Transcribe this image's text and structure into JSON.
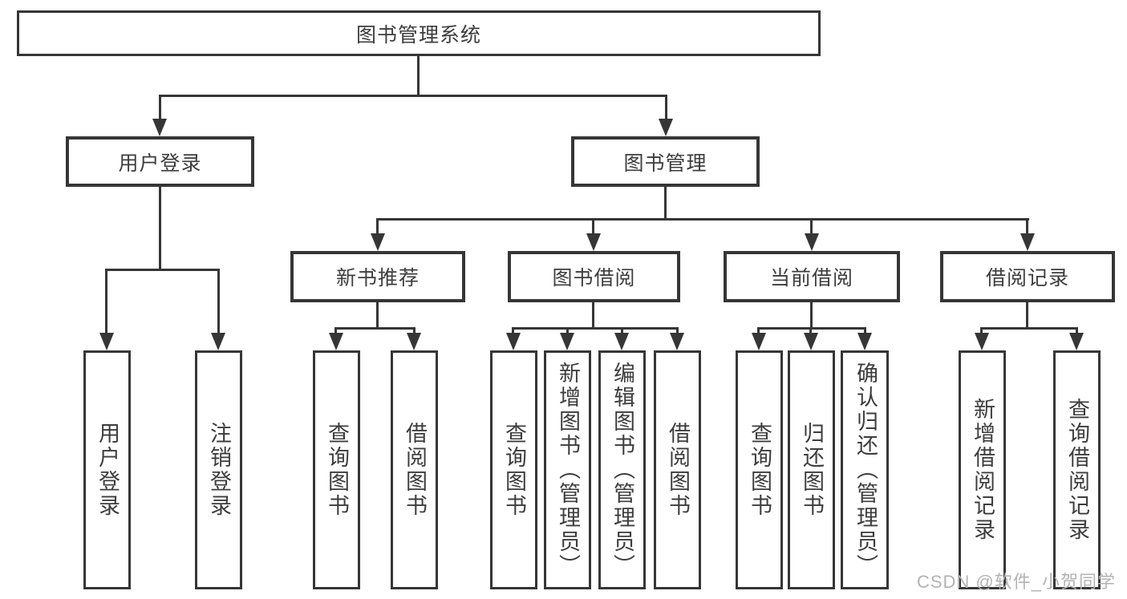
{
  "diagram": {
    "root": {
      "label": "图书管理系统"
    },
    "login": {
      "label": "用户登录",
      "leaves": [
        {
          "label": "用户登录"
        },
        {
          "label": "注销登录"
        }
      ]
    },
    "mgmt": {
      "label": "图书管理",
      "groups": [
        {
          "label": "新书推荐",
          "leaves": [
            {
              "label": "查询图书"
            },
            {
              "label": "借阅图书"
            }
          ]
        },
        {
          "label": "图书借阅",
          "leaves": [
            {
              "label": "查询图书"
            },
            {
              "label": "新增图书（管理员）"
            },
            {
              "label": "编辑图书（管理员）"
            },
            {
              "label": "借阅图书"
            }
          ]
        },
        {
          "label": "当前借阅",
          "leaves": [
            {
              "label": "查询图书"
            },
            {
              "label": "归还图书"
            },
            {
              "label": "确认归还（管理员）"
            }
          ]
        },
        {
          "label": "借阅记录",
          "leaves": [
            {
              "label": "新增借阅记录"
            },
            {
              "label": "查询借阅记录"
            }
          ]
        }
      ]
    }
  },
  "watermark": {
    "text": "CSDN @软件_小贺同学"
  },
  "colors": {
    "line": "#363636",
    "text": "#3d3d3d",
    "watermark": "#b3b3b3",
    "background": "#ffffff"
  }
}
